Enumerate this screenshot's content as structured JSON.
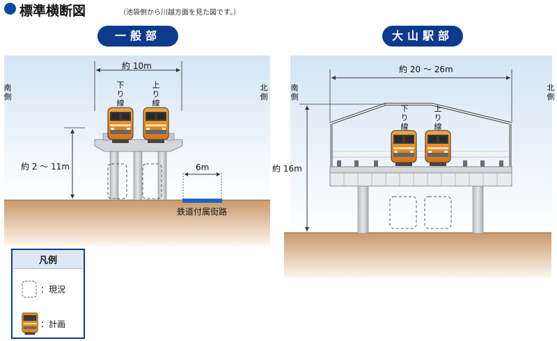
{
  "header": {
    "title": "標準横断図",
    "subtitle": "（池袋側から川越方面を見た図です。）"
  },
  "general_section": {
    "label": "一般部",
    "width_label": "約 10m",
    "height_label": "約 2 ～ 11m",
    "down_track": "下り線",
    "up_track": "上り線",
    "road_width": "6m",
    "road_label": "鉄道付属街路",
    "south": "南側",
    "north": "北側"
  },
  "station_section": {
    "label": "大山駅部",
    "width_label": "約 20 ～ 26m",
    "height_label": "約 16m",
    "down_track": "下り線",
    "up_track": "上り線",
    "south": "南側",
    "north": "北側"
  },
  "legend": {
    "title": "凡例",
    "current": "：現況",
    "planned": "：計画"
  },
  "colors": {
    "accent": "#0d3a8c",
    "sky": "#dceaf6",
    "ground": "#d9b48c",
    "train": "#e58a1f",
    "road": "#1f63c6"
  }
}
